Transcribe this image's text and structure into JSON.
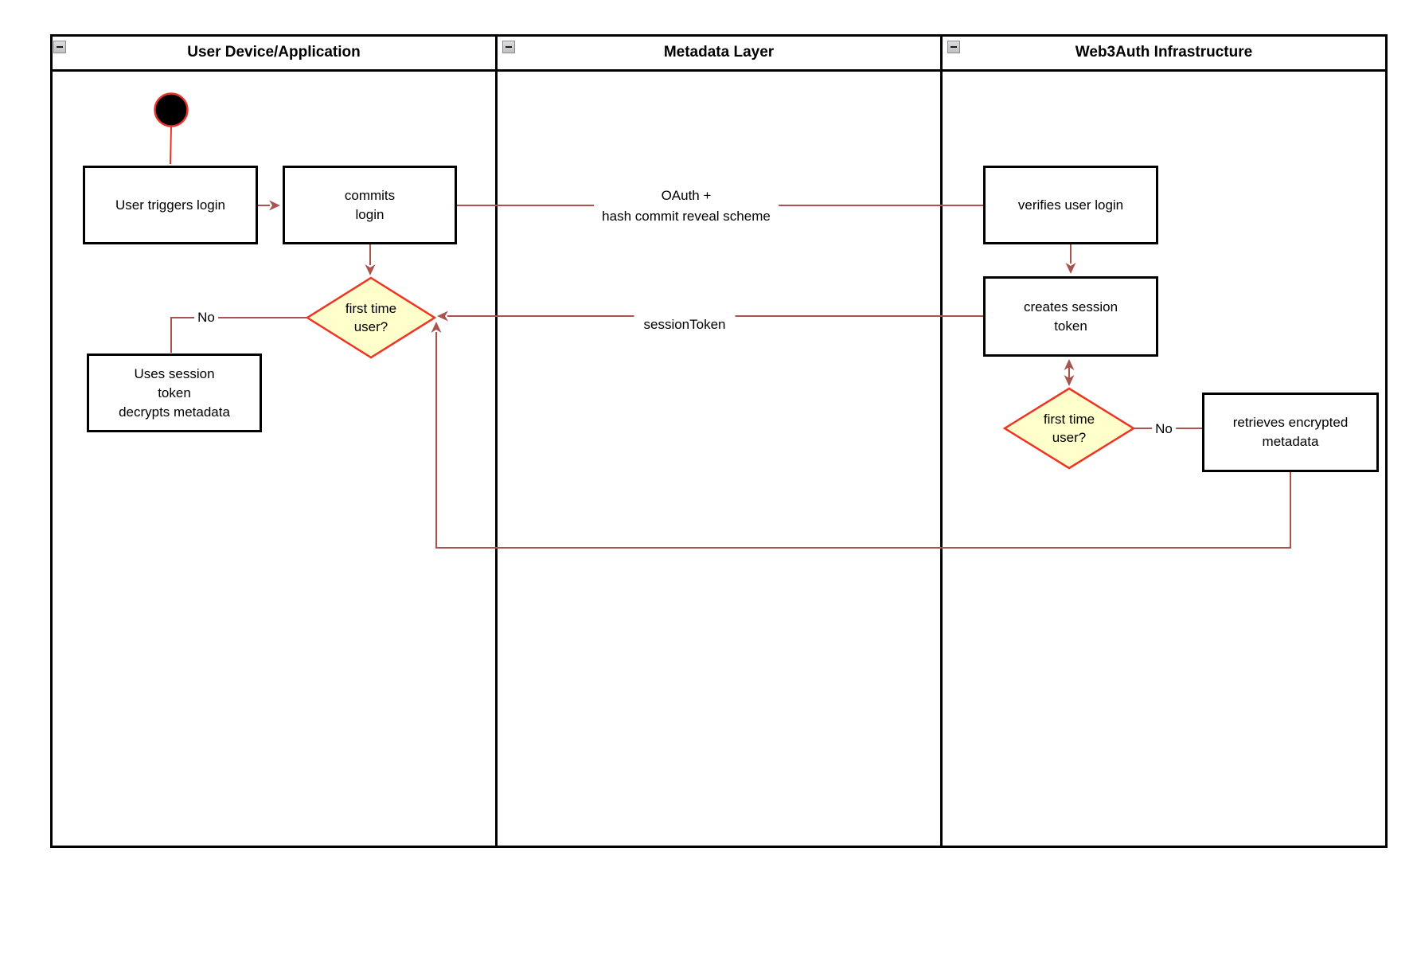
{
  "colors": {
    "edge": "#a8544d",
    "start_accent": "#e8332a",
    "decision_fill": "#ffffcc",
    "decision_border": "#ee3524",
    "node_border": "#000000",
    "node_fill": "#ffffff",
    "frame": "#000000",
    "text": "#000000"
  },
  "lanes": [
    {
      "title": "User Device/Application",
      "icon": "minus-icon"
    },
    {
      "title": "Metadata Layer",
      "icon": "minus-icon"
    },
    {
      "title": "Web3Auth Infrastructure",
      "icon": "minus-icon"
    }
  ],
  "nodes": {
    "user_triggers_login": "User triggers login",
    "commits_login": "commits\nlogin",
    "first_time_user_left": "first time\nuser?",
    "uses_session_token": "Uses session\ntoken\ndecrypts metadata",
    "verifies_user_login": "verifies user login",
    "creates_session_token": "creates session\ntoken",
    "first_time_user_right": "first time\nuser?",
    "retrieves_encrypted_metadata": "retrieves encrypted\nmetadata"
  },
  "edge_labels": {
    "oauth": "OAuth +\nhash commit reveal scheme",
    "session_token": "sessionToken",
    "no_left": "No",
    "no_right": "No"
  }
}
